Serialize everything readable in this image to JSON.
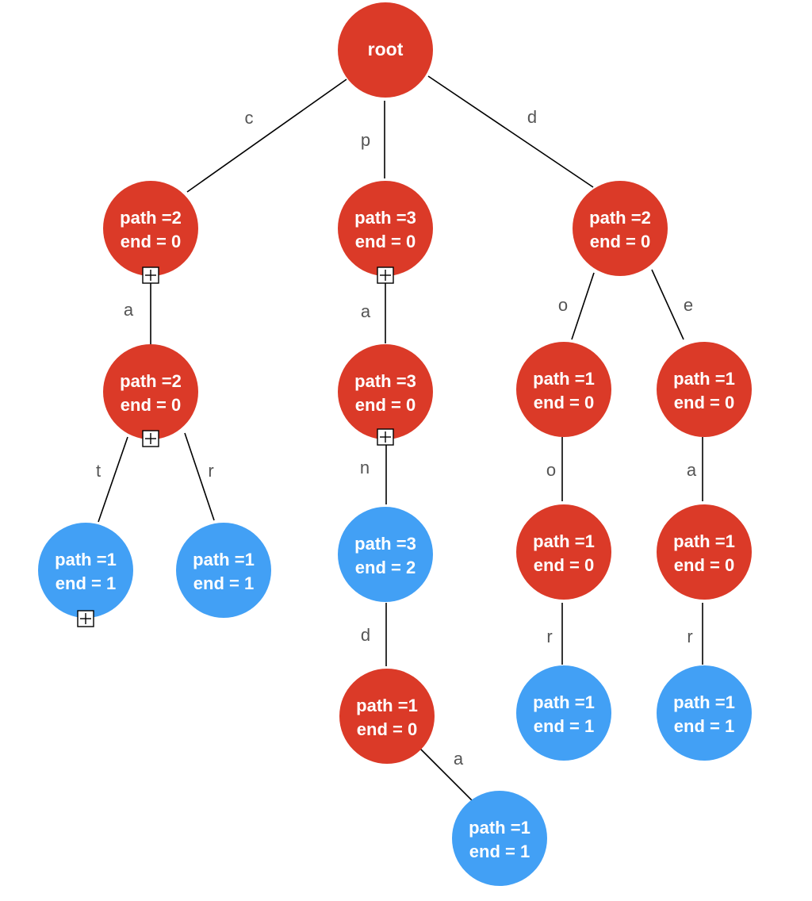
{
  "colors": {
    "internal_node": "#DB3A28",
    "end_node": "#42A0F5",
    "edge": "#000000",
    "edge_label": "#555555",
    "node_text": "#FFFFFF"
  },
  "nodes": {
    "root": {
      "line1": "root",
      "line2": "",
      "kind": "internal"
    },
    "c": {
      "line1": "path =2",
      "line2": "end = 0",
      "kind": "internal"
    },
    "ca": {
      "line1": "path =2",
      "line2": "end = 0",
      "kind": "internal"
    },
    "cat": {
      "line1": "path =1",
      "line2": "end = 1",
      "kind": "end"
    },
    "car": {
      "line1": "path =1",
      "line2": "end = 1",
      "kind": "end"
    },
    "p": {
      "line1": "path =3",
      "line2": "end = 0",
      "kind": "internal"
    },
    "pa": {
      "line1": "path =3",
      "line2": "end = 0",
      "kind": "internal"
    },
    "pan": {
      "line1": "path =3",
      "line2": "end = 2",
      "kind": "end"
    },
    "pand": {
      "line1": "path =1",
      "line2": "end = 0",
      "kind": "internal"
    },
    "panda": {
      "line1": "path =1",
      "line2": "end = 1",
      "kind": "end"
    },
    "d": {
      "line1": "path =2",
      "line2": "end = 0",
      "kind": "internal"
    },
    "do": {
      "line1": "path =1",
      "line2": "end = 0",
      "kind": "internal"
    },
    "doo": {
      "line1": "path =1",
      "line2": "end = 0",
      "kind": "internal"
    },
    "door": {
      "line1": "path =1",
      "line2": "end = 1",
      "kind": "end"
    },
    "de": {
      "line1": "path =1",
      "line2": "end = 0",
      "kind": "internal"
    },
    "dea": {
      "line1": "path =1",
      "line2": "end = 0",
      "kind": "internal"
    },
    "dear": {
      "line1": "path =1",
      "line2": "end = 1",
      "kind": "end"
    }
  },
  "edges": [
    {
      "from": "root",
      "to": "c",
      "label": "c"
    },
    {
      "from": "root",
      "to": "p",
      "label": "p"
    },
    {
      "from": "root",
      "to": "d",
      "label": "d"
    },
    {
      "from": "c",
      "to": "ca",
      "label": "a"
    },
    {
      "from": "ca",
      "to": "cat",
      "label": "t"
    },
    {
      "from": "ca",
      "to": "car",
      "label": "r"
    },
    {
      "from": "p",
      "to": "pa",
      "label": "a"
    },
    {
      "from": "pa",
      "to": "pan",
      "label": "n"
    },
    {
      "from": "pan",
      "to": "pand",
      "label": "d"
    },
    {
      "from": "pand",
      "to": "panda",
      "label": "a"
    },
    {
      "from": "d",
      "to": "do",
      "label": "o"
    },
    {
      "from": "d",
      "to": "de",
      "label": "e"
    },
    {
      "from": "do",
      "to": "doo",
      "label": "o"
    },
    {
      "from": "doo",
      "to": "door",
      "label": "r"
    },
    {
      "from": "de",
      "to": "dea",
      "label": "a"
    },
    {
      "from": "dea",
      "to": "dear",
      "label": "r"
    }
  ],
  "expand_markers": [
    "c",
    "ca",
    "cat",
    "p",
    "pa"
  ]
}
